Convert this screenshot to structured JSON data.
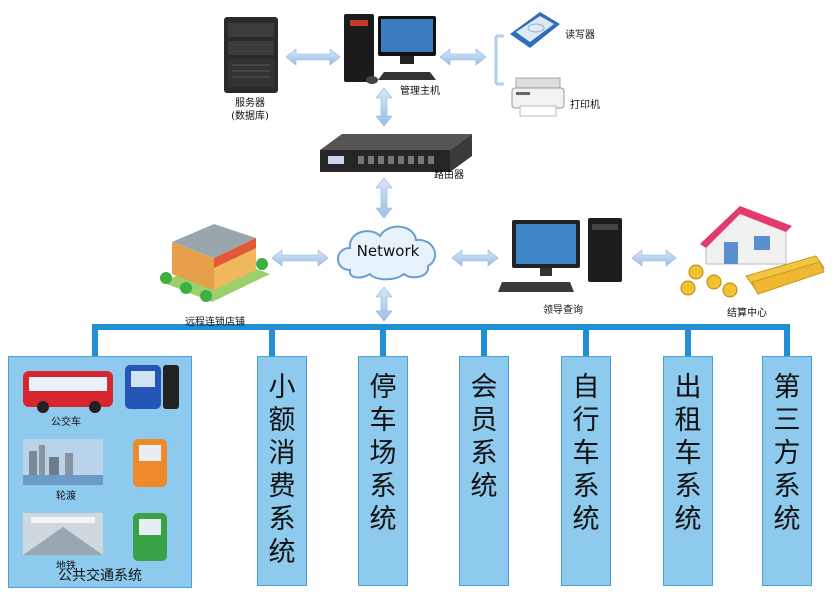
{
  "nodes": {
    "server": "服务器\n(数据库)",
    "admin_host": "管理主机",
    "reader": "读写器",
    "printer": "打印机",
    "router": "路由器",
    "network": "Network",
    "chain_store": "远程连锁店铺",
    "leader_query": "领导查询",
    "settlement": "结算中心"
  },
  "transit": {
    "title": "公共交通系统",
    "bus": "公交车",
    "ferry": "轮渡",
    "metro": "地铁"
  },
  "systems": [
    "小额消费系统",
    "停车场系统",
    "会员系统",
    "自行车系统",
    "出租车系统",
    "第三方系统"
  ],
  "colors": {
    "bus_line": "#1f8fd6",
    "box_fill": "#8ec9ee",
    "arrow": "#a9c8ea"
  }
}
